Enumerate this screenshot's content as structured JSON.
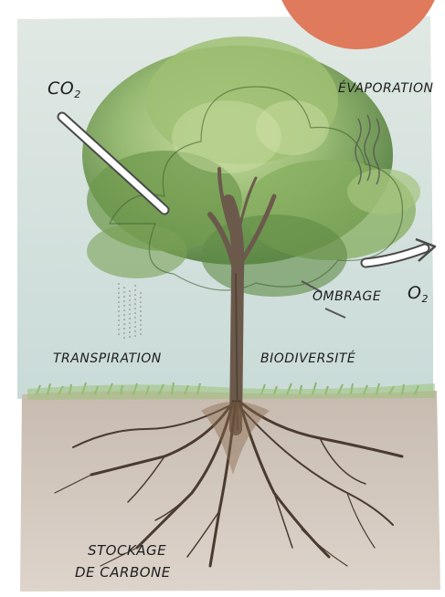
{
  "labels": {
    "co2": "CO",
    "co2_sub": "2",
    "evaporation": "ÉVAPORATION",
    "o2": "O",
    "o2_sub": "2",
    "ombrage": "OMBRAGE",
    "transpiration": "TRANSPIRATION",
    "biodiversite": "BIODIVERSITÉ",
    "stockage_line1": "STOCKAGE",
    "stockage_line2": "DE CARBONE"
  },
  "colors": {
    "sky": "#c9dbd8",
    "paper": "#e8ebe6",
    "soil": "#cdc2b8",
    "grass": "#8fb66a",
    "foliage_dark": "#4f7a3a",
    "foliage_light": "#b9d08c",
    "trunk": "#6b5a4c",
    "roots": "#4a3a2f",
    "corner_circle": "#df7a5c",
    "ink": "#1e1e1e"
  }
}
